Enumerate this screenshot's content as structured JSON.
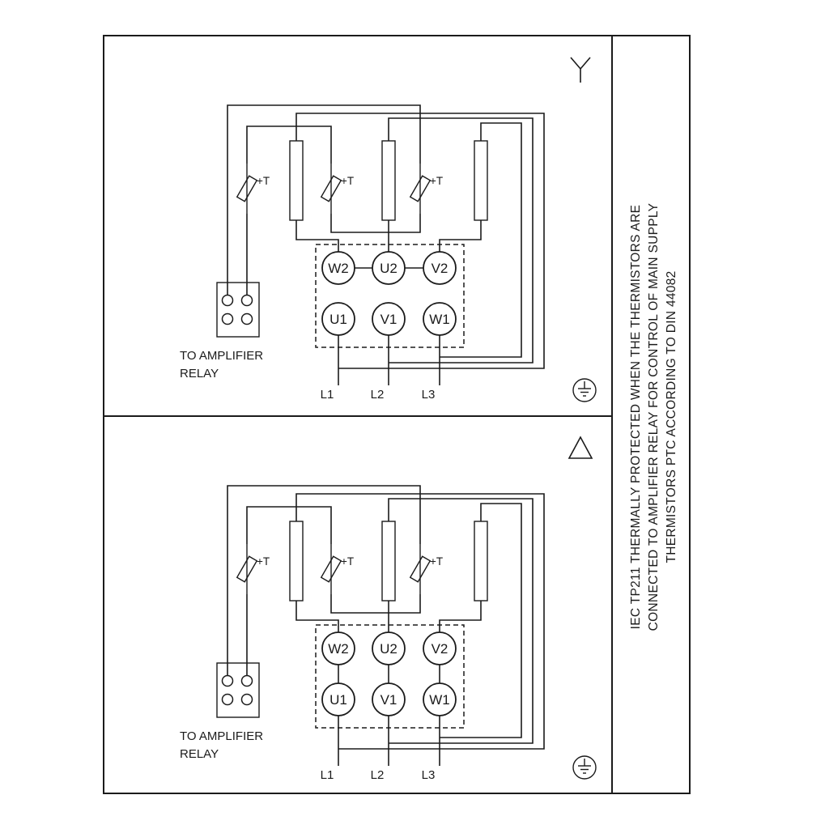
{
  "figure": {
    "sidebar_note_lines": [
      "IEC TP211 THERMALLY PROTECTED WHEN THE THERMISTORS ARE",
      "CONNECTED TO AMPLIFIER RELAY FOR CONTROL OF MAIN SUPPLY",
      "THERMISTORS PTC ACCORDING TO DIN 44082"
    ]
  },
  "panels": [
    {
      "connection": "star",
      "connection_icon": "star-connection-icon",
      "ground_icon": "earth-ground-icon",
      "terminals_top": [
        "W2",
        "U2",
        "V2"
      ],
      "terminals_bottom": [
        "U1",
        "V1",
        "W1"
      ],
      "supply_leads": [
        "L1",
        "L2",
        "L3"
      ],
      "thermistor_labels": [
        "+T",
        "+T",
        "+T"
      ],
      "relay_label_line1": "TO AMPLIFIER",
      "relay_label_line2": "RELAY"
    },
    {
      "connection": "delta",
      "connection_icon": "delta-connection-icon",
      "ground_icon": "earth-ground-icon",
      "terminals_top": [
        "W2",
        "U2",
        "V2"
      ],
      "terminals_bottom": [
        "U1",
        "V1",
        "W1"
      ],
      "supply_leads": [
        "L1",
        "L2",
        "L3"
      ],
      "thermistor_labels": [
        "+T",
        "+T",
        "+T"
      ],
      "relay_label_line1": "TO AMPLIFIER",
      "relay_label_line2": "RELAY"
    }
  ]
}
